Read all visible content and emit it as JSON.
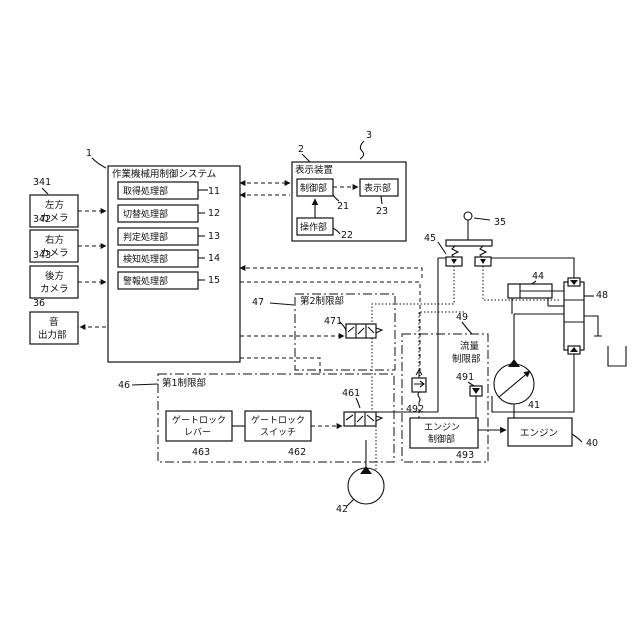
{
  "system_number": "3",
  "control_system": {
    "number": "1",
    "title": "作業機械用制御システム"
  },
  "units": [
    {
      "label": "取得処理部",
      "number": "11"
    },
    {
      "label": "切替処理部",
      "number": "12"
    },
    {
      "label": "判定処理部",
      "number": "13"
    },
    {
      "label": "検知処理部",
      "number": "14"
    },
    {
      "label": "警報処理部",
      "number": "15"
    }
  ],
  "display": {
    "number": "2",
    "title": "表示装置",
    "control": {
      "label": "制御部",
      "number": "21"
    },
    "screen": {
      "label": "表示部",
      "number": "23"
    },
    "operation": {
      "label": "操作部",
      "number": "22"
    }
  },
  "cameras": [
    {
      "number": "341",
      "line1": "左方",
      "line2": "カメラ"
    },
    {
      "number": "342",
      "line1": "右方",
      "line2": "カメラ"
    },
    {
      "number": "343",
      "line1": "後方",
      "line2": "カメラ"
    }
  ],
  "sound": {
    "number": "36",
    "line1": "音",
    "line2": "出力部"
  },
  "second_limit": {
    "number": "47",
    "label": "第2制限部",
    "valve": "471"
  },
  "first_limit": {
    "number": "46",
    "label": "第1制限部",
    "valve": "461",
    "lever": {
      "line1": "ゲートロック",
      "line2": "レバー",
      "number": "463"
    },
    "switch": {
      "line1": "ゲートロック",
      "line2": "スイッチ",
      "number": "462"
    }
  },
  "flow_limit": {
    "number": "49",
    "line1": "流量",
    "line2": "制限部",
    "n491": "491",
    "n492": "492",
    "n493": "493"
  },
  "engine_control": {
    "line1": "エンジン",
    "line2": "制御部"
  },
  "engine": {
    "label": "エンジン",
    "number": "40"
  },
  "pump_41": "41",
  "pump_42": "42",
  "cylinder_44": "44",
  "operation_valve_45": "45",
  "lever_35": "35",
  "control_valve_48": "48"
}
